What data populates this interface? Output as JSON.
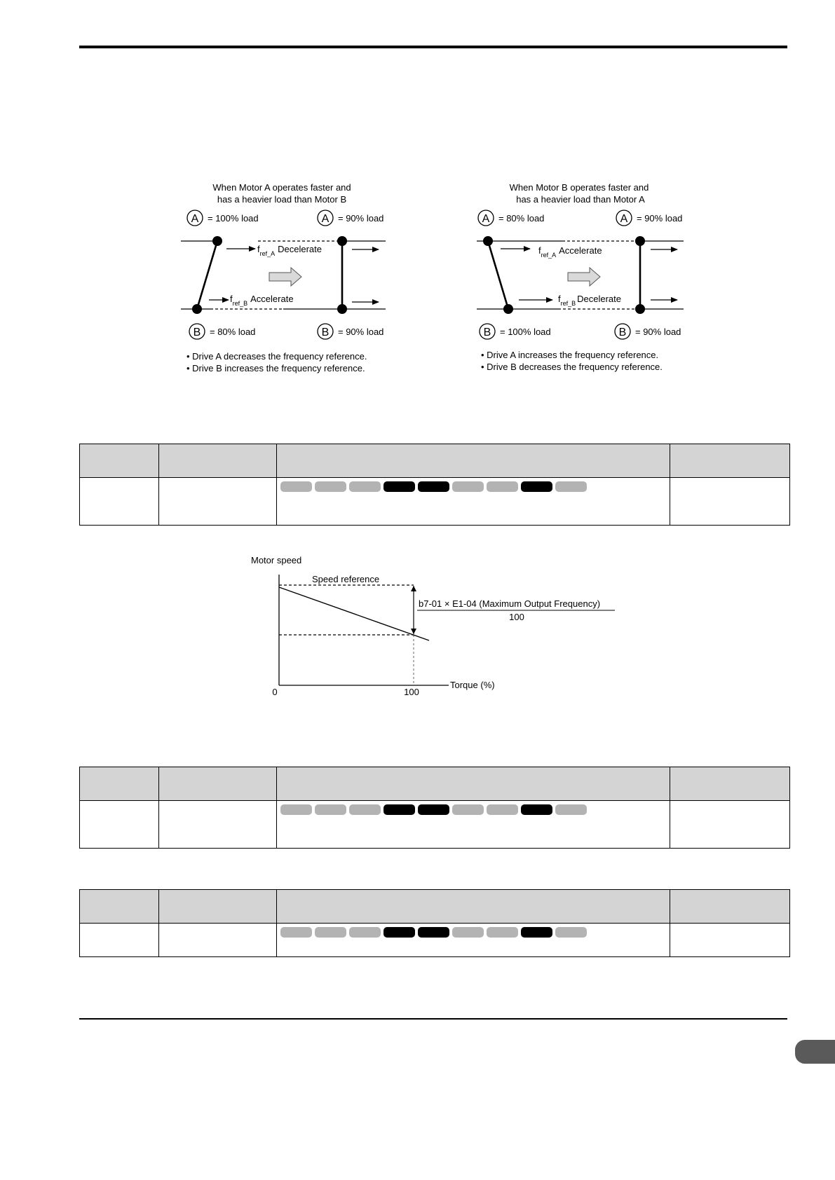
{
  "figure1": {
    "left": {
      "caption1": "When Motor A operates faster and",
      "caption2": "has a heavier load than Motor B",
      "a1_label": "A",
      "a1_text": "= 100% load",
      "a2_label": "A",
      "a2_text": "= 90% load",
      "b1_label": "B",
      "b1_text": "= 80% load",
      "b2_label": "B",
      "b2_text": "= 90% load",
      "fref_a_main": "f",
      "fref_a_sub": "ref_A",
      "fref_a_action": "Decelerate",
      "fref_b_main": "f",
      "fref_b_sub": "ref_B",
      "fref_b_action": "Accelerate",
      "note1": "• Drive A decreases the frequency reference.",
      "note2": "• Drive B increases the frequency reference."
    },
    "right": {
      "caption1": "When Motor B operates faster and",
      "caption2": "has a heavier load than Motor A",
      "a1_label": "A",
      "a1_text": "= 80% load",
      "a2_label": "A",
      "a2_text": "= 90% load",
      "b1_label": "B",
      "b1_text": "= 100% load",
      "b2_label": "B",
      "b2_text": "= 90% load",
      "fref_a_main": "f",
      "fref_a_sub": "ref_A",
      "fref_a_action": "Accelerate",
      "fref_b_main": "f",
      "fref_b_sub": "ref_B",
      "fref_b_action": "Decelerate",
      "note1": "• Drive A increases the frequency reference.",
      "note2": "• Drive B decreases the frequency reference."
    }
  },
  "figure2": {
    "y_label": "Motor speed",
    "speed_ref_label": "Speed reference",
    "numerator": "b7-01 × E1-04 (Maximum Output Frequency)",
    "denominator": "100",
    "x_label": "Torque (%)",
    "x0": "0",
    "x100": "100"
  },
  "tables": [
    {
      "pills": [
        false,
        false,
        false,
        true,
        true,
        false,
        false,
        true,
        false
      ]
    },
    {
      "pills": [
        false,
        false,
        false,
        true,
        true,
        false,
        false,
        true,
        false
      ]
    },
    {
      "pills": [
        false,
        false,
        false,
        true,
        true,
        false,
        false,
        true,
        false
      ]
    }
  ],
  "colors": {
    "pill_off": "#b3b3b3",
    "pill_on": "#000000",
    "table_header": "#d4d4d4",
    "page_tab": "#5a5a5a"
  }
}
